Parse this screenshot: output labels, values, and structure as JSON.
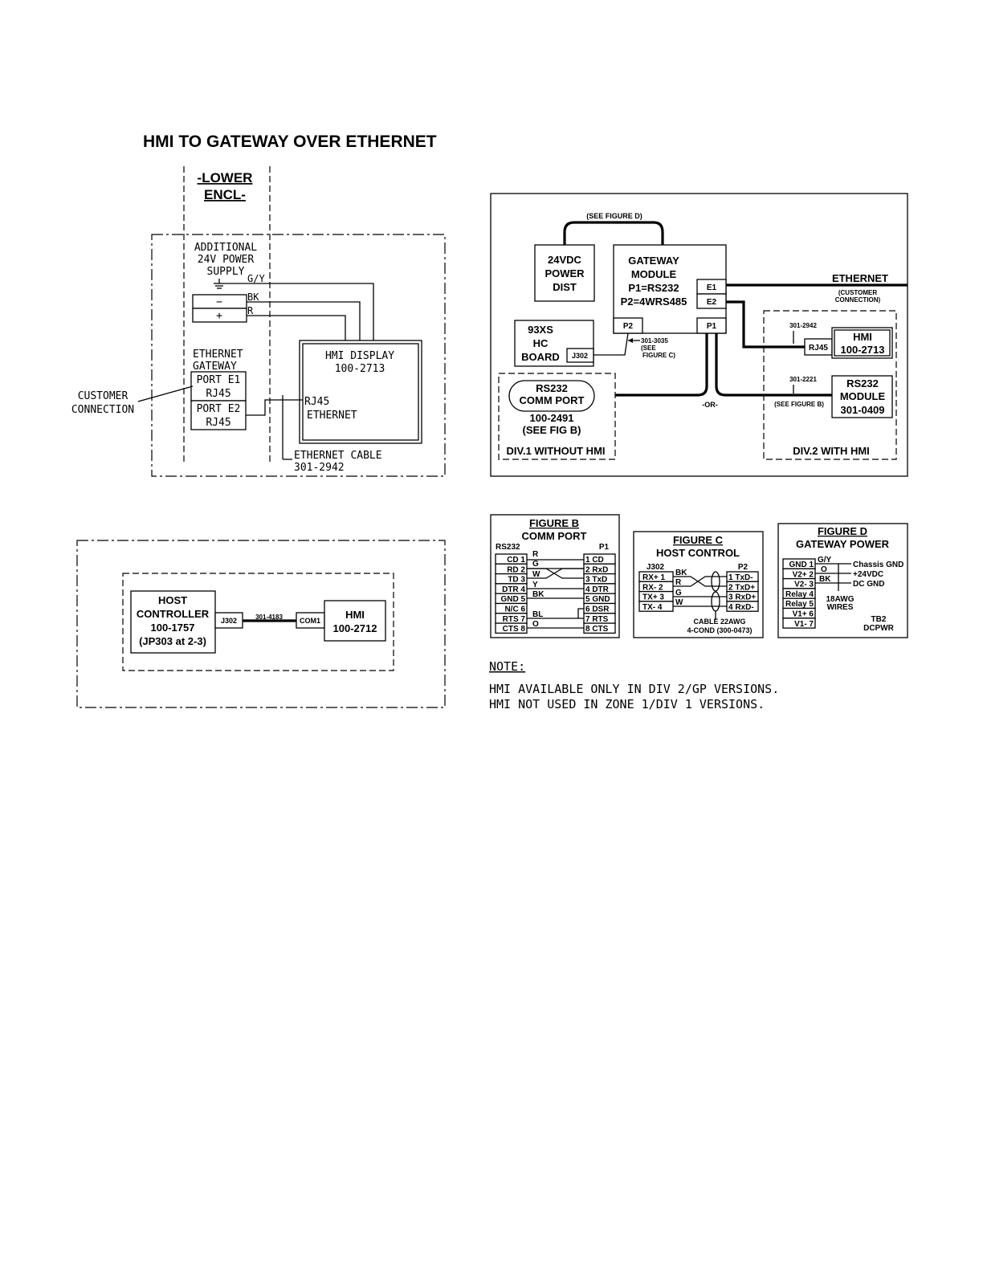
{
  "title": "HMI TO GATEWAY OVER ETHERNET",
  "left_diagram": {
    "lower_encl_1": "-LOWER",
    "lower_encl_2": "ENCL-",
    "psu_1": "ADDITIONAL",
    "psu_2": "24V POWER",
    "psu_3": "SUPPLY",
    "psu_minus": "−",
    "psu_plus": "+",
    "wire_gy": "G/Y",
    "wire_bk": "BK",
    "wire_r": "R",
    "gateway_1": "ETHERNET",
    "gateway_2": "GATEWAY",
    "port_e1": "PORT E1",
    "port_e1_rj45": "RJ45",
    "port_e2": "PORT E2",
    "port_e2_rj45": "RJ45",
    "customer_1": "CUSTOMER",
    "customer_2": "CONNECTION",
    "hmi_1": "HMI DISPLAY",
    "hmi_2": "100-2713",
    "hmi_rj45": "RJ45",
    "hmi_eth": "ETHERNET",
    "cable_1": "ETHERNET CABLE",
    "cable_2": "301-2942"
  },
  "right_diagram": {
    "see_fig_d": "(SEE FIGURE D)",
    "psu_1": "24VDC",
    "psu_2": "POWER",
    "psu_3": "DIST",
    "gw_1": "GATEWAY",
    "gw_2": "MODULE",
    "gw_3": "P1=RS232",
    "gw_4": "P2=4WRS485",
    "e1": "E1",
    "e2": "E2",
    "p2": "P2",
    "p1": "P1",
    "ethernet": "ETHERNET",
    "cust_1": "(CUSTOMER",
    "cust_2": "CONNECTION)",
    "hc_1": "93XS",
    "hc_2": "HC",
    "hc_3": "BOARD",
    "j302": "J302",
    "cable_3035_1": "301-3035",
    "cable_3035_2": "(SEE",
    "cable_3035_3": "FIGURE C)",
    "cable_2942": "301-2942",
    "rj45": "RJ45",
    "hmi_1": "HMI",
    "hmi_2": "100-2713",
    "cable_2221": "301-2221",
    "see_fig_b": "(SEE FIGURE B)",
    "or": "-OR-",
    "rs232mod_1": "RS232",
    "rs232mod_2": "MODULE",
    "rs232mod_3": "301-0409",
    "comm_1": "RS232",
    "comm_2": "COMM PORT",
    "comm_3": "100-2491",
    "comm_4": "(SEE FIG B)",
    "div1": "DIV.1 WITHOUT HMI",
    "div2": "DIV.2 WITH HMI"
  },
  "bottom_left": {
    "host_1": "HOST",
    "host_2": "CONTROLLER",
    "host_3": "100-1757",
    "host_4": "(JP303 at 2-3)",
    "j302": "J302",
    "cable": "301-4183",
    "com1": "COM1",
    "hmi_1": "HMI",
    "hmi_2": "100-2712"
  },
  "figure_b": {
    "title_1": "FIGURE B",
    "title_2": "COMM PORT",
    "left_header": "RS232",
    "right_header": "P1",
    "left_pins": [
      "CD 1",
      "RD 2",
      "TD 3",
      "DTR 4",
      "GND 5",
      "N/C 6",
      "RTS 7",
      "CTS 8"
    ],
    "right_pins": [
      "1 CD",
      "2 RxD",
      "3 TxD",
      "4 DTR",
      "5 GND",
      "6 DSR",
      "7 RTS",
      "8 CTS"
    ],
    "wire_labels": [
      "R",
      "G",
      "W",
      "Y",
      "BK",
      "BL",
      "O"
    ]
  },
  "figure_c": {
    "title_1": "FIGURE C",
    "title_2": "HOST CONTROL",
    "left_header": "J302",
    "right_header": "P2",
    "left_pins": [
      "RX+  1",
      "RX-  2",
      "TX+  3",
      "TX-  4"
    ],
    "right_pins": [
      "1 TxD-",
      "2 TxD+",
      "3 RxD+",
      "4 RxD-"
    ],
    "wire_labels": [
      "BK",
      "R",
      "G",
      "W"
    ],
    "cable_1": "CABLE 22AWG",
    "cable_2": "4-COND (300-0473)"
  },
  "figure_d": {
    "title_1": "FIGURE D",
    "title_2": "GATEWAY POWER",
    "pins": [
      "GND 1",
      "V2+ 2",
      "V2-  3",
      "Relay 4",
      "Relay 5",
      "V1+ 6",
      "V1-  7"
    ],
    "wire_labels": [
      "G/Y",
      "O",
      "BK"
    ],
    "signals": [
      "Chassis GND",
      "+24VDC",
      "DC GND"
    ],
    "wires_1": "18AWG",
    "wires_2": "WIRES",
    "tb2_1": "TB2",
    "tb2_2": "DCPWR"
  },
  "note": {
    "heading": "NOTE:",
    "line_1": "HMI AVAILABLE ONLY IN DIV 2/GP VERSIONS.",
    "line_2": "HMI NOT USED IN ZONE 1/DIV 1 VERSIONS."
  }
}
